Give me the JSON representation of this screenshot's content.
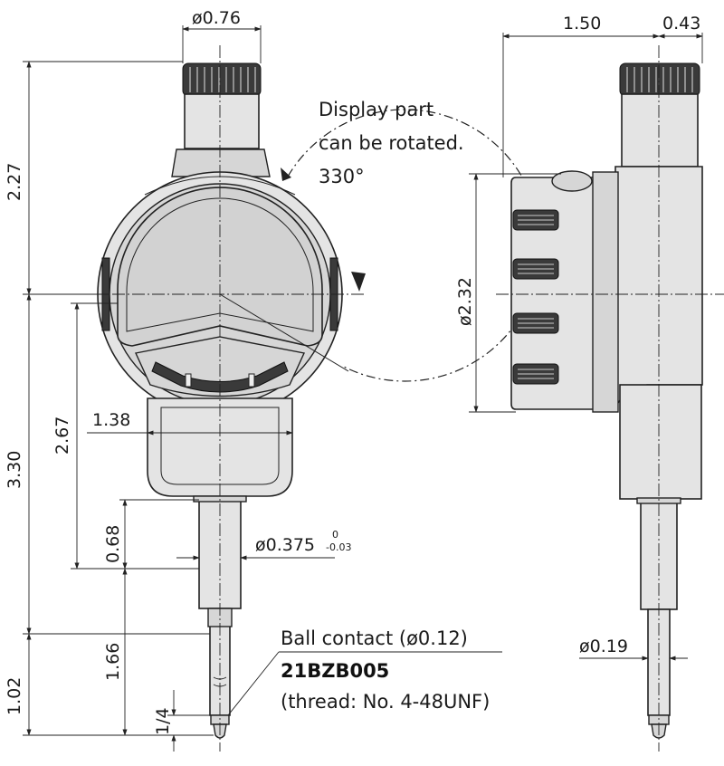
{
  "dimensions": {
    "top_diameter": "ø0.76",
    "upper_height": "2.27",
    "lower_height": "3.30",
    "mid_height": "2.67",
    "back_width": "1.38",
    "stem_length": "0.68",
    "stem_diameter": "ø0.375",
    "stem_tol_upper": "0",
    "stem_tol_lower": "-0.03",
    "bottom_length": "1.02",
    "spindle_length": "1.66",
    "thread_length": "1/4",
    "side_depth": "1.50",
    "side_cap": "0.43",
    "body_diameter": "ø2.32",
    "spindle_diameter": "ø0.19"
  },
  "notes": {
    "rotation_line1": "Display part",
    "rotation_line2": "can be rotated.",
    "rotation_angle": "330°",
    "ball_contact": "Ball contact (ø0.12)",
    "part_number": "21BZB005",
    "thread": "(thread: No. 4-48UNF)"
  }
}
